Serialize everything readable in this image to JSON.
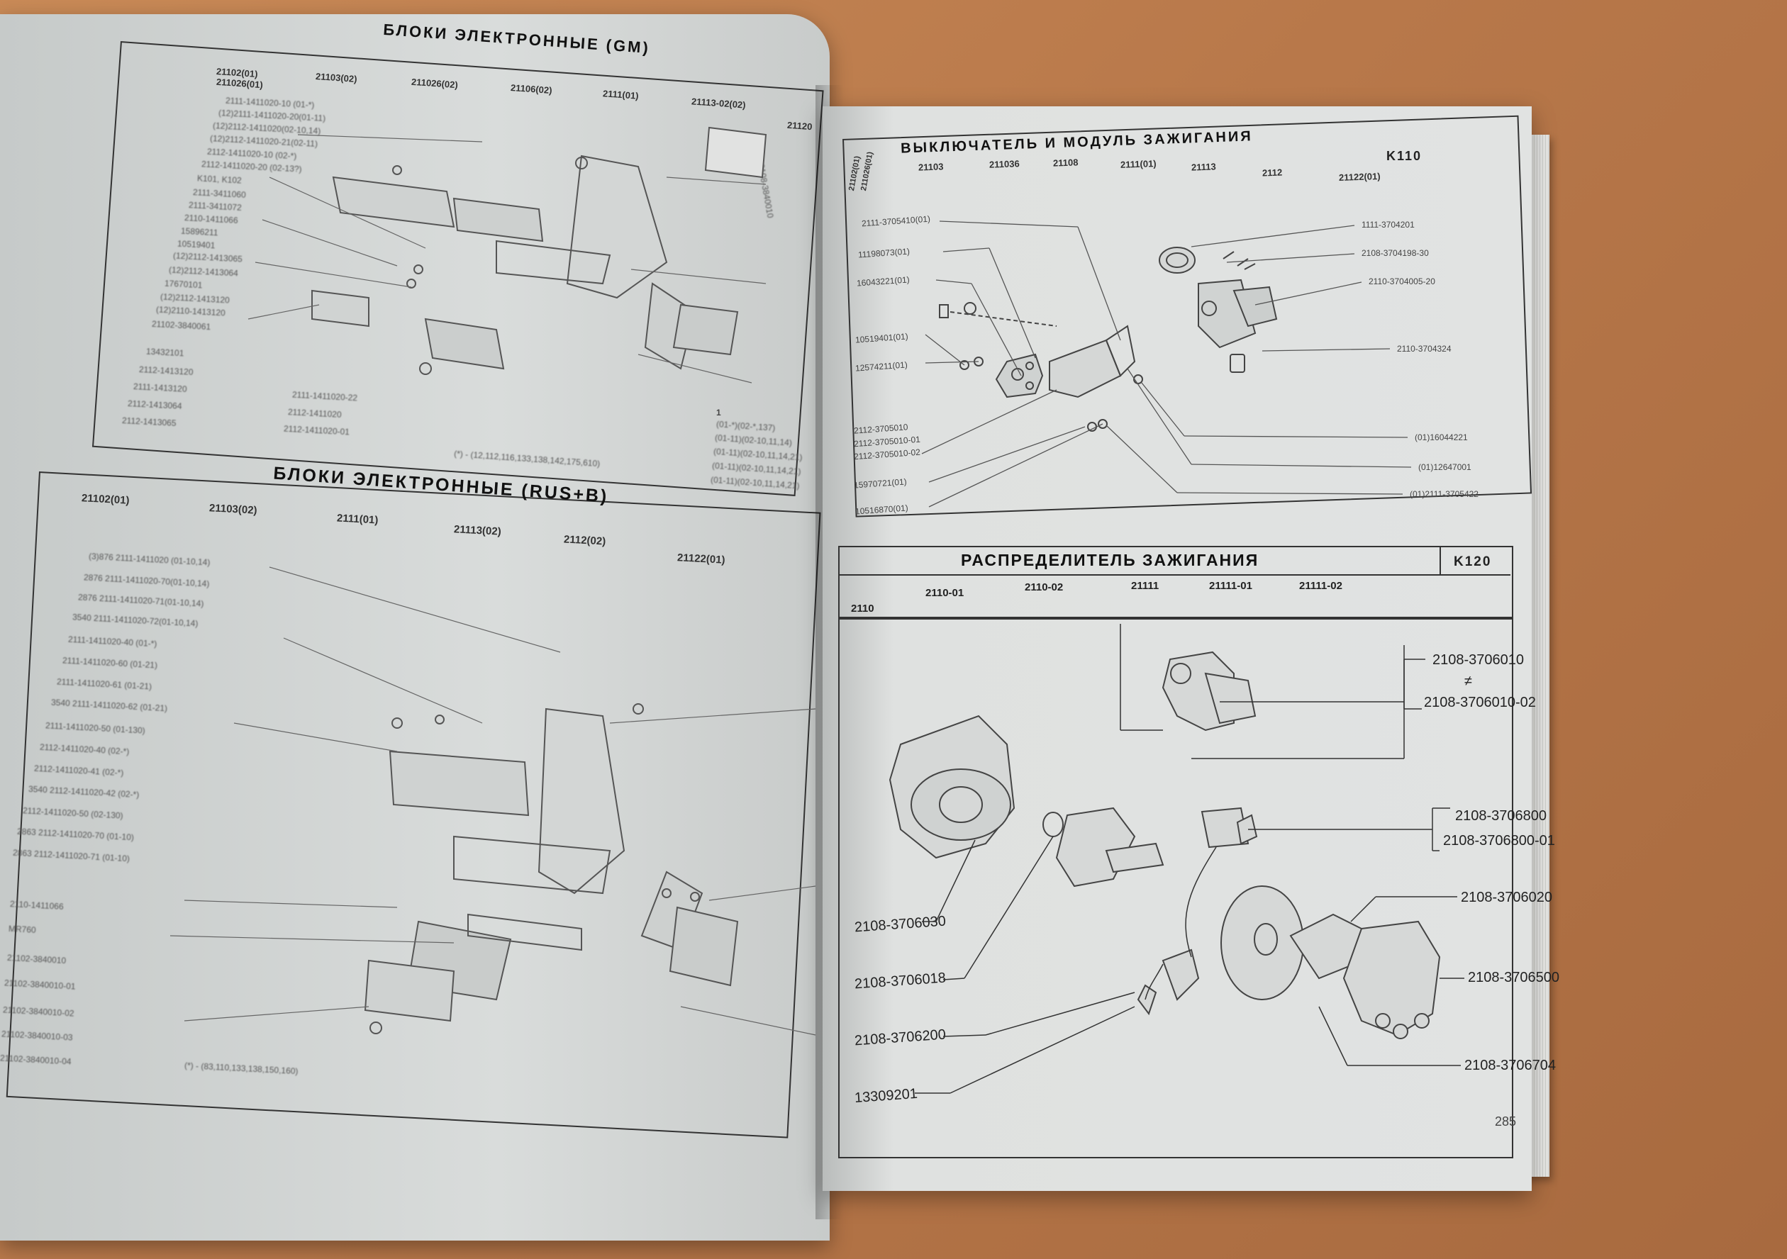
{
  "left_page": {
    "gm_section": {
      "title": "БЛОКИ ЭЛЕКТРОННЫЕ (GM)",
      "models": [
        "21102(01)",
        "211026(01)",
        "21103(02)",
        "211026(02)",
        "21106(02)",
        "2111(01)",
        "21113-02(02)",
        "21120"
      ],
      "parts": [
        "2111-1411020-10 (01-*)",
        "(12)2111-1411020-20(01-11)",
        "(12)2112-1411020(02-10,14)",
        "(12)2112-1411020-21(02-11)",
        "2112-1411020-10 (02-*)",
        "2112-1411020-20 (02-13?)",
        "K101, K102",
        "2111-3411060",
        "2111-3411072",
        "2110-1411066",
        "15896211",
        "10519401",
        "(12)2112-1413065",
        "(12)2112-1413064",
        "17670101",
        "(12)2112-1413120",
        "(12)2110-1413120",
        "21102-3840061",
        "13432101",
        "2112-1413120",
        "2111-1413120",
        "2112-1413064",
        "2112-1413065"
      ],
      "group_parts": [
        "2111-1411020-22",
        "2112-1411020",
        "2112-1411020-01"
      ],
      "footnote": "(*) - (12,112,116,133,138,142,175,610)",
      "side_parts": [
        "2108-3840010",
        "(01-*)(02-*,137)",
        "(01-11)(02-10,11,14)",
        "(01-11)(02-10,11,14,21)",
        "(01-11)(02-10,11,14,21)",
        "(01-11)(02-10,11,14,21)"
      ],
      "callout_one": "1"
    },
    "rus_section": {
      "title": "БЛОКИ ЭЛЕКТРОННЫЕ (RUS+B)",
      "models": [
        "21102(01)",
        "21103(02)",
        "2111(01)",
        "21113(02)",
        "2112(02)",
        "21122(01)"
      ],
      "parts": [
        "(3)876 2111-1411020 (01-10,14)",
        "2876 2111-1411020-70(01-10,14)",
        "2876 2111-1411020-71(01-10,14)",
        "3540 2111-1411020-72(01-10,14)",
        "2111-1411020-40 (01-*)",
        "2111-1411020-60 (01-21)",
        "2111-1411020-61 (01-21)",
        "3540 2111-1411020-62 (01-21)",
        "2111-1411020-50 (01-130)",
        "2112-1411020-40 (02-*)",
        "2112-1411020-41 (02-*)",
        "3540 2112-1411020-42 (02-*)",
        "2112-1411020-50 (02-130)",
        "2863 2112-1411020-70 (01-10)",
        "2863 2112-1411020-71 (01-10)",
        "2110-1411066",
        "MR760",
        "21102-3840010",
        "21102-3840010-01",
        "21102-3840010-02",
        "21102-3840010-03",
        "21102-3840010-04"
      ],
      "footnote": "(*) - (83,110,133,138,150,160)"
    }
  },
  "right_page": {
    "k110": {
      "title": "ВЫКЛЮЧАТЕЛЬ И МОДУЛЬ ЗАЖИГАНИЯ",
      "code": "K110",
      "models": [
        "21102(01)",
        "211026(01)",
        "21103",
        "211036",
        "21108",
        "2111(01)",
        "21113",
        "2112",
        "21122(01)"
      ],
      "left_parts": [
        "2111-3705410(01)",
        "11198073(01)",
        "16043221(01)",
        "10519401(01)",
        "12574211(01)",
        "2112-3705010",
        "2112-3705010-01",
        "2112-3705010-02",
        "15970721(01)",
        "10516870(01)"
      ],
      "right_parts": [
        "1111-3704201",
        "2108-3704198-30",
        "2110-3704005-20",
        "2110-3704324"
      ],
      "bottom_parts": [
        "(01)16044221",
        "(01)12647001",
        "(01)2111-3705422"
      ]
    },
    "k120": {
      "title": "РАСПРЕДЕЛИТЕЛЬ ЗАЖИГАНИЯ",
      "code": "K120",
      "models": [
        "2110",
        "2110-01",
        "2110-02",
        "21111",
        "21111-01",
        "21111-02"
      ],
      "parts_top": [
        "2108-3706010",
        "≠",
        "2108-3706010-02"
      ],
      "parts_mid": [
        "2108-3706800",
        "2108-3706800-01"
      ],
      "parts_right": [
        "2108-3706020",
        "2108-3706500",
        "2108-3706704"
      ],
      "parts_left": [
        "2108-3706030",
        "2108-3706018",
        "2108-3706200",
        "13309201"
      ]
    },
    "page_number": "285"
  }
}
